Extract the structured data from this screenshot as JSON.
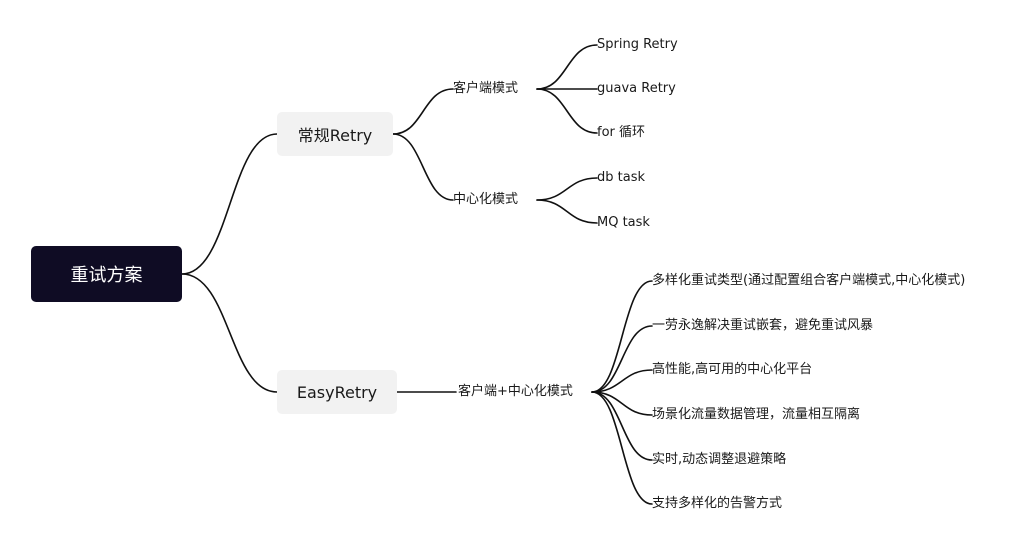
{
  "root": {
    "label": "重试方案"
  },
  "branches": [
    {
      "label": "常规Retry",
      "children": [
        {
          "label": "客户端模式",
          "leaves": [
            "Spring Retry",
            "guava Retry",
            "for 循环"
          ]
        },
        {
          "label": "中心化模式",
          "leaves": [
            "db task",
            "MQ task"
          ]
        }
      ]
    },
    {
      "label": "EasyRetry",
      "children": [
        {
          "label": "客户端+中心化模式",
          "leaves": [
            "多样化重试类型(通过配置组合客户端模式,中心化模式)",
            "一劳永逸解决重试嵌套，避免重试风暴",
            "高性能,高可用的中心化平台",
            "场景化流量数据管理，流量相互隔离",
            "实时,动态调整退避策略",
            "支持多样化的告警方式"
          ]
        }
      ]
    }
  ],
  "colors": {
    "root_bg": "#0f0c24",
    "branch_bg": "#f2f2f2",
    "line": "#111111"
  }
}
